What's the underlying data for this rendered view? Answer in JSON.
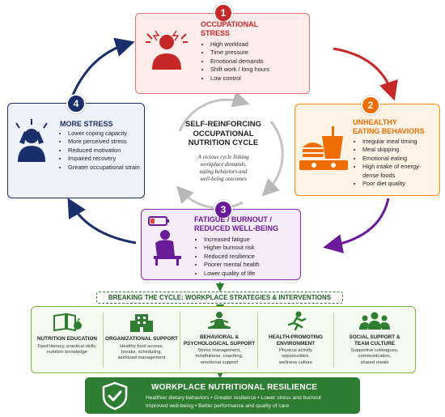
{
  "colors": {
    "stress_red": "#c62828",
    "eating_orange": "#ef6c00",
    "fatigue_purple": "#6a1b9a",
    "more_stress_navy": "#1a2e6b",
    "green": "#2e7d32"
  },
  "nodes": [
    {
      "number": "1",
      "title_lines": [
        "OCCUPATIONAL",
        "STRESS"
      ],
      "items": [
        "High workload",
        "Time pressure",
        "Emotional demands",
        "Shift work / long hours",
        "Low control"
      ]
    },
    {
      "number": "2",
      "title_lines": [
        "UNHEALTHY",
        "EATING BEHAVIORS"
      ],
      "items": [
        "Irregular meal timing",
        "Meal skipping",
        "Emotional eating",
        "High intake of energy-dense foods",
        "Poor diet quality"
      ]
    },
    {
      "number": "3",
      "title_lines": [
        "FATIGUE / BURNOUT /",
        "REDUCED WELL-BEING"
      ],
      "items": [
        "Increased fatigue",
        "Higher burnout risk",
        "Reduced resilience",
        "Poorer mental health",
        "Lower quality of life"
      ]
    },
    {
      "number": "4",
      "title_lines": [
        "MORE STRESS"
      ],
      "items": [
        "Lower coping capacity",
        "More perceived stress",
        "Reduced motivation",
        "Impaired recovery",
        "Greater occupational strain"
      ]
    }
  ],
  "center": {
    "title_lines": [
      "SELF-REINFORCING",
      "OCCUPATIONAL",
      "NUTRITION CYCLE"
    ],
    "subtitle_lines": [
      "A vicious cycle linking",
      "workplace demands,",
      "eating behaviors and",
      "well-being outcomes"
    ]
  },
  "breaking": "BREAKING THE CYCLE: WORKPLACE STRATEGIES & INTERVENTIONS",
  "strategies": [
    {
      "title_lines": [
        "NUTRITION EDUCATION"
      ],
      "desc_lines": [
        "Food literacy, practical skills,",
        "nutrition knowledge"
      ],
      "icon": "book-apple-icon"
    },
    {
      "title_lines": [
        "ORGANIZATIONAL SUPPORT"
      ],
      "desc_lines": [
        "Healthy food access,",
        "breaks, scheduling,",
        "workload management"
      ],
      "icon": "building-icon"
    },
    {
      "title_lines": [
        "BEHAVIORAL &",
        "PSYCHOLOGICAL SUPPORT"
      ],
      "desc_lines": [
        "Stress management,",
        "mindfulness, coaching,",
        "emotional support"
      ],
      "icon": "meditation-icon"
    },
    {
      "title_lines": [
        "HEALTH-PROMOTING",
        "ENVIRONMENT"
      ],
      "desc_lines": [
        "Physical activity",
        "opportunities,",
        "wellness culture"
      ],
      "icon": "running-person-icon"
    },
    {
      "title_lines": [
        "SOCIAL SUPPORT &",
        "TEAM CULTURE"
      ],
      "desc_lines": [
        "Supportive colleagues,",
        "communication,",
        "shared meals"
      ],
      "icon": "team-icon"
    }
  ],
  "resilience": {
    "title": "WORKPLACE NUTRITIONAL RESILIENCE",
    "line1": "Healthier dietary behaviors  •  Greater resilience  •  Lower stress and burnout",
    "line2": "Improved well-being  •  Better performance and quality of care"
  }
}
